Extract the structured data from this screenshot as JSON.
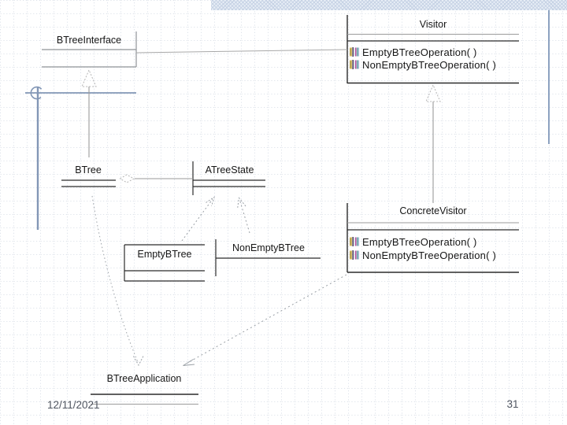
{
  "slide_type": "uml-class-diagram-slide",
  "footer": {
    "date": "12/11/2021",
    "page_number": "31"
  },
  "colors": {
    "accent_blue": "#8397b6",
    "band_blue": "#c7d3e5",
    "box_line_black": "#2b2b2b",
    "box_line_gray": "#8f9398",
    "connector_gray": "#9aa0a6",
    "grid": "#bcc5d6"
  },
  "diagram": {
    "classes": {
      "btree_interface": {
        "name": "BTreeInterface"
      },
      "visitor": {
        "name": "Visitor",
        "methods": [
          {
            "icon": "operation-icon",
            "label": "EmptyBTreeOperation( )"
          },
          {
            "icon": "operation-icon",
            "label": "NonEmptyBTreeOperation( )"
          }
        ]
      },
      "btree": {
        "name": "BTree"
      },
      "atree_state": {
        "name": "ATreeState"
      },
      "empty_btree": {
        "name": "EmptyBTree"
      },
      "non_empty_btree": {
        "name": "NonEmptyBTree"
      },
      "concrete_visitor": {
        "name": "ConcreteVisitor",
        "methods": [
          {
            "icon": "operation-icon",
            "label": "EmptyBTreeOperation( )"
          },
          {
            "icon": "operation-icon",
            "label": "NonEmptyBTreeOperation( )"
          }
        ]
      },
      "btree_application": {
        "name": "BTreeApplication"
      }
    },
    "relationships": [
      {
        "from": "BTreeInterface",
        "to": "Visitor",
        "type": "association"
      },
      {
        "from": "BTree",
        "to": "BTreeInterface",
        "type": "generalization"
      },
      {
        "from": "ConcreteVisitor",
        "to": "Visitor",
        "type": "generalization"
      },
      {
        "from": "BTree",
        "to": "ATreeState",
        "type": "aggregation"
      },
      {
        "from": "EmptyBTree",
        "to": "ATreeState",
        "type": "dashed-generalization"
      },
      {
        "from": "NonEmptyBTree",
        "to": "ATreeState",
        "type": "dashed-generalization"
      },
      {
        "from": "BTree",
        "to": "BTreeApplication",
        "type": "dashed-dependency"
      },
      {
        "from": "ConcreteVisitor",
        "to": "BTreeApplication",
        "type": "dashed-dependency"
      }
    ]
  }
}
